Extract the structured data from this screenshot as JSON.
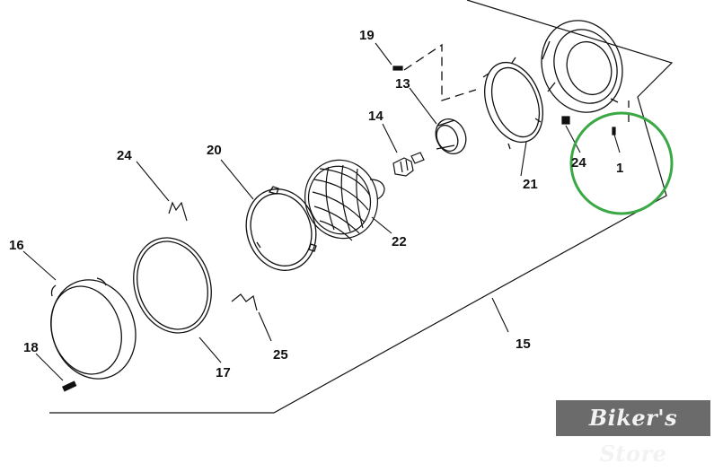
{
  "callouts": {
    "p19": "19",
    "p13": "13",
    "p14": "14",
    "p20": "20",
    "p24a": "24",
    "p24b": "24",
    "p1": "1",
    "p21": "21",
    "p22": "22",
    "p16": "16",
    "p18": "18",
    "p17": "17",
    "p25": "25",
    "p15": "15"
  },
  "watermark": "Biker's Store",
  "colors": {
    "line": "#111111",
    "highlight": "#3aa845",
    "watermark_bg": "#6b6b6b"
  }
}
